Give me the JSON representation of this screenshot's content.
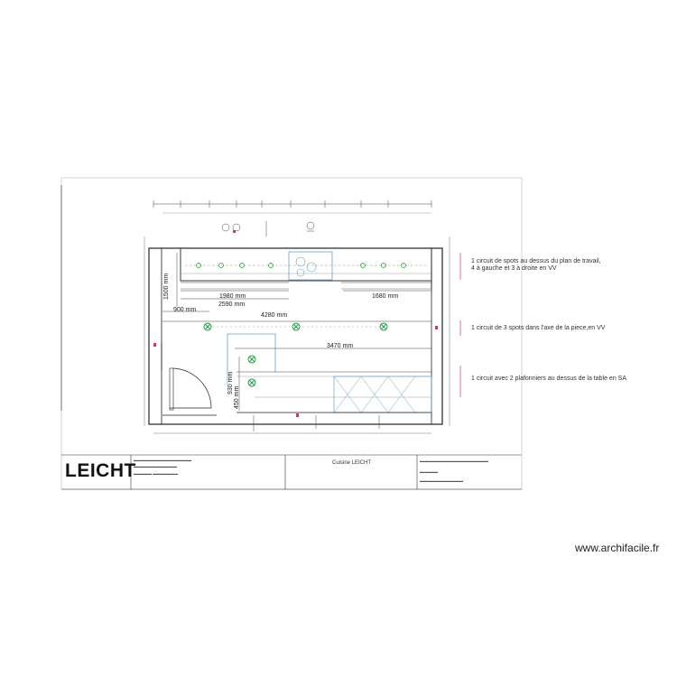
{
  "notes": {
    "line1": "1 circuit de spots au dessus du plan de travail,",
    "line1b": "4 à gauche et 3 à droite en VV",
    "line2": "1 circuit de 3 spots dans l'axe de la piece,en VV",
    "line3": "1 circuit avec 2 plafonniers au dessus de la table en SA"
  },
  "dimensions": {
    "d1500": "1500 mm",
    "d1980": "1980 mm",
    "d2590": "2590 mm",
    "d1680": "1680 mm",
    "d900": "900 mm",
    "d4280": "4280 mm",
    "d3470": "3470 mm",
    "d930": "930 mm",
    "d450": "450 mm"
  },
  "title_block": {
    "brand": "LEICHT",
    "project": "Cuisine LEICHT"
  },
  "watermark": "www.archifacile.fr",
  "colors": {
    "wall": "#222222",
    "dimension": "#444444",
    "spot": "#1a9a3a",
    "cabinet_blue": "#6aa0c8",
    "light_green": "#7acb7a",
    "pink_marker": "#c0406a"
  }
}
